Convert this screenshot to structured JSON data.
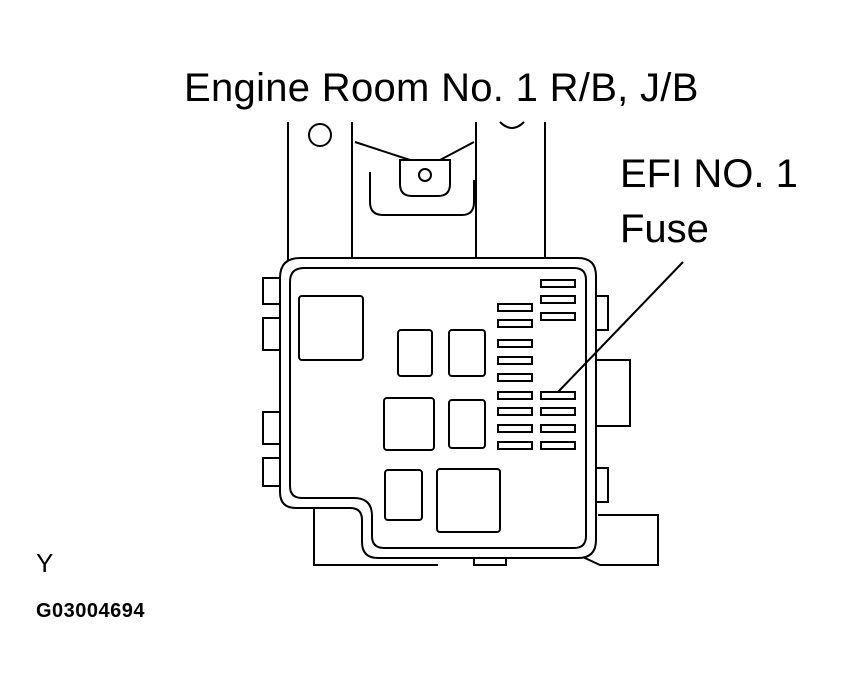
{
  "diagram": {
    "title": "Engine Room No. 1 R/B, J/B",
    "callout": {
      "line1": "EFI NO. 1",
      "line2": "Fuse"
    },
    "corner_label": "Y",
    "figure_id": "G03004694"
  },
  "colors": {
    "line": "#000000",
    "background": "#ffffff"
  }
}
